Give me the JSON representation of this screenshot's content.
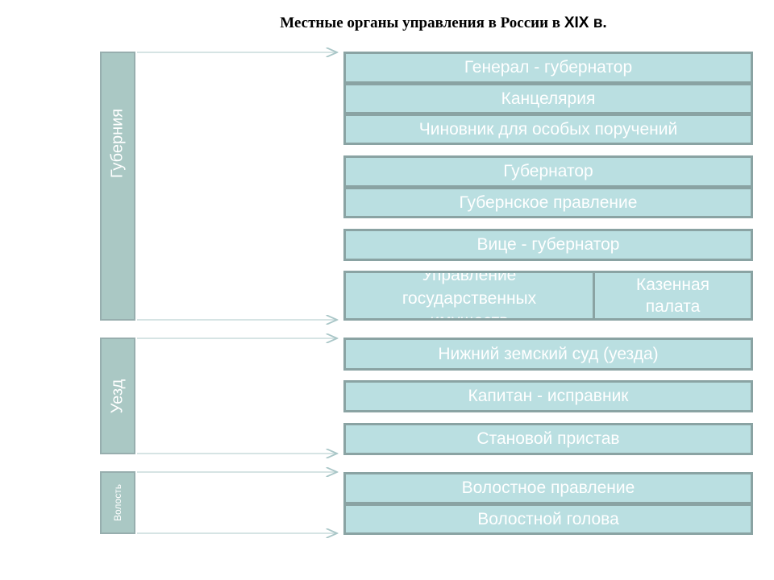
{
  "title": {
    "main": "Местные органы управления в России в",
    "suffix": "XIX в."
  },
  "levels": {
    "guberniya": "Губерния",
    "uezd": "Уезд",
    "volost": "Волость"
  },
  "boxes": {
    "general_governor": "Генерал - губернатор",
    "chancellery": "Канцелярия",
    "special_official": "Чиновник для особых поручений",
    "governor": "Губернатор",
    "provincial_board": "Губернское правление",
    "vice_governor": "Вице - губернатор",
    "state_property": "Управление государственных имуществ",
    "treasury": "Казенная палата",
    "lower_court": "Нижний земский суд (уезда)",
    "police_captain": "Капитан - исправник",
    "stanovoy": "Становой пристав",
    "volost_board": "Волостное правление",
    "volost_head": "Волостной голова"
  }
}
